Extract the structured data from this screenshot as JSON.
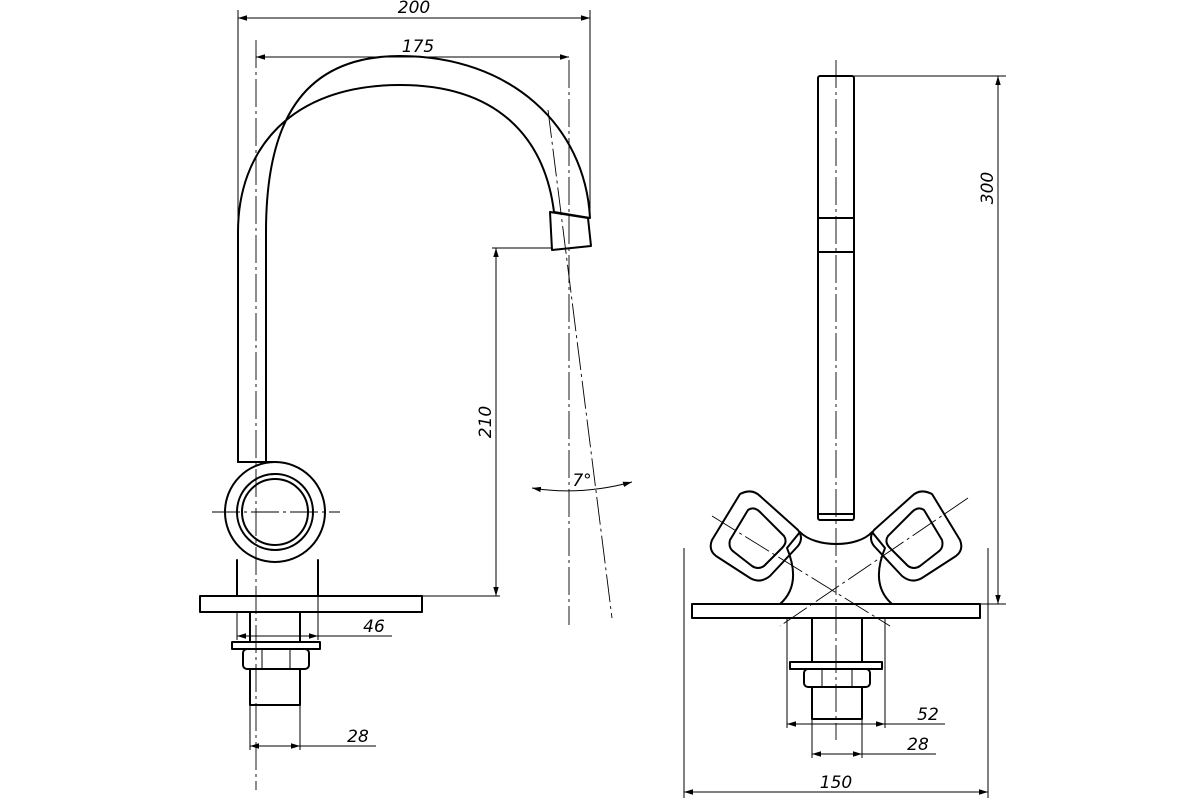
{
  "dimensions": {
    "overall_width": "200",
    "reach": "175",
    "spout_height": "210",
    "angle": "7°",
    "base_diameter": "46",
    "thread_diameter": "28",
    "total_height": "300",
    "handle_base_diameter": "52",
    "front_thread_diameter": "28",
    "plate_width": "150"
  }
}
